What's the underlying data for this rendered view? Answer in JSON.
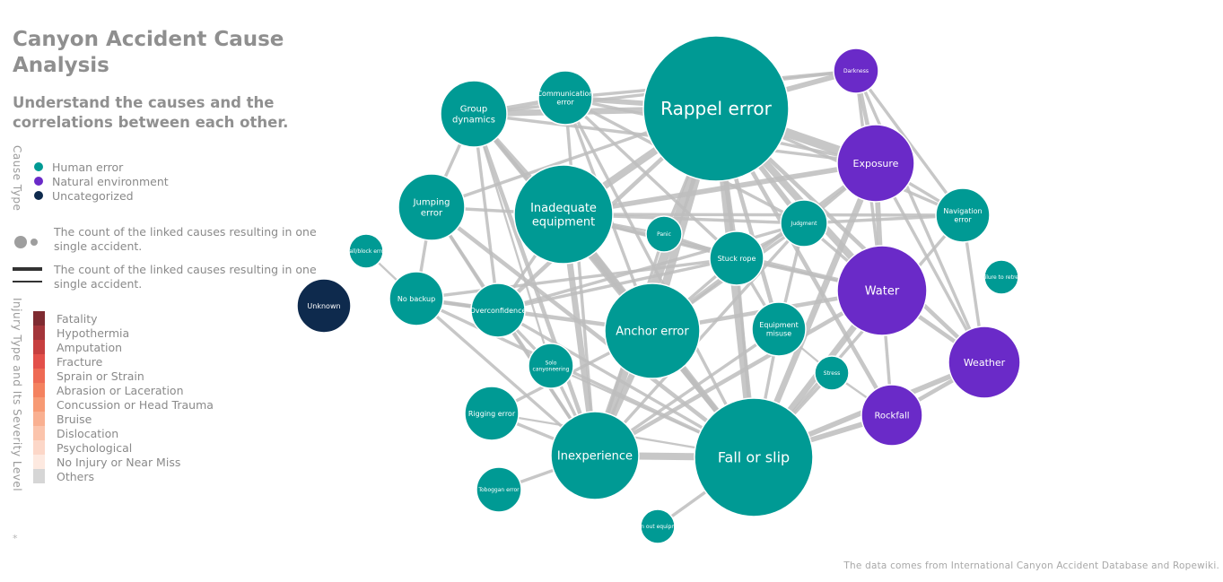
{
  "header": {
    "title": "Canyon Accident Cause Analysis",
    "subtitle": "Understand the causes and the correlations between each other."
  },
  "legend": {
    "cause_type_label": "Cause Type",
    "cause_types": [
      {
        "label": "Human error",
        "color": "#009a94"
      },
      {
        "label": "Natural environment",
        "color": "#6a2ac8"
      },
      {
        "label": "Uncategorized",
        "color": "#0e2a4d"
      }
    ],
    "size_note": "The count of the linked causes resulting in one single accident.",
    "width_note": "The count of the linked causes resulting in one single accident.",
    "severity_label": "Injury Type and Its Severity Level",
    "severity": [
      {
        "label": "Fatality",
        "color": "#7f2b31"
      },
      {
        "label": "Hypothermia",
        "color": "#a3353a"
      },
      {
        "label": "Amputation",
        "color": "#c73f3f"
      },
      {
        "label": "Fracture",
        "color": "#e3504a"
      },
      {
        "label": "Sprain or Strain",
        "color": "#ee6a54"
      },
      {
        "label": "Abrasion or Laceration",
        "color": "#f4825f"
      },
      {
        "label": "Concussion or Head Trauma",
        "color": "#f79a74"
      },
      {
        "label": "Bruise",
        "color": "#f9b091"
      },
      {
        "label": "Dislocation",
        "color": "#fbc4ac"
      },
      {
        "label": "Psychological",
        "color": "#fcd7c8"
      },
      {
        "label": "No Injury or Near Miss",
        "color": "#fde9e0"
      },
      {
        "label": "Others",
        "color": "#d6d6d6"
      }
    ]
  },
  "footer": {
    "asterisk": "*",
    "source": "The data comes from International Canyon Accident Database and Ropewiki."
  },
  "graph": {
    "link_color": "#bdbdbd",
    "nodes": [
      {
        "id": "rappel",
        "label": "Rappel error",
        "type": "Human error",
        "lines": [
          "Rappel error"
        ]
      },
      {
        "id": "fall",
        "label": "Fall or slip",
        "type": "Human error",
        "lines": [
          "Fall or slip"
        ]
      },
      {
        "id": "anchor",
        "label": "Anchor error",
        "type": "Human error",
        "lines": [
          "Anchor error"
        ]
      },
      {
        "id": "inadequate",
        "label": "Inadequate equipment",
        "type": "Human error",
        "lines": [
          "Inadequate",
          "equipment"
        ]
      },
      {
        "id": "inexperience",
        "label": "Inexperience",
        "type": "Human error",
        "lines": [
          "Inexperience"
        ]
      },
      {
        "id": "water",
        "label": "Water",
        "type": "Natural environment",
        "lines": [
          "Water"
        ]
      },
      {
        "id": "exposure",
        "label": "Exposure",
        "type": "Natural environment",
        "lines": [
          "Exposure"
        ]
      },
      {
        "id": "weather",
        "label": "Weather",
        "type": "Natural environment",
        "lines": [
          "Weather"
        ]
      },
      {
        "id": "rockfall",
        "label": "Rockfall",
        "type": "Natural environment",
        "lines": [
          "Rockfall"
        ]
      },
      {
        "id": "darkness",
        "label": "Darkness",
        "type": "Natural environment",
        "lines": [
          "Darkness"
        ]
      },
      {
        "id": "group",
        "label": "Group dynamics",
        "type": "Human error",
        "lines": [
          "Group",
          "dynamics"
        ]
      },
      {
        "id": "comm",
        "label": "Communication error",
        "type": "Human error",
        "lines": [
          "Communication",
          "error"
        ]
      },
      {
        "id": "jumping",
        "label": "Jumping error",
        "type": "Human error",
        "lines": [
          "Jumping",
          "error"
        ]
      },
      {
        "id": "navigation",
        "label": "Navigation error",
        "type": "Human error",
        "lines": [
          "Navigation",
          "error"
        ]
      },
      {
        "id": "judgment",
        "label": "Judgment",
        "type": "Human error",
        "lines": [
          "Judgment"
        ]
      },
      {
        "id": "stuck",
        "label": "Stuck rope",
        "type": "Human error",
        "lines": [
          "Stuck rope"
        ]
      },
      {
        "id": "panic",
        "label": "Panic",
        "type": "Human error",
        "lines": [
          "Panic"
        ]
      },
      {
        "id": "equipmisuse",
        "label": "Equipment misuse",
        "type": "Human error",
        "lines": [
          "Equipment",
          "misuse"
        ]
      },
      {
        "id": "overconf",
        "label": "Overconfidence",
        "type": "Human error",
        "lines": [
          "Overconfidence"
        ]
      },
      {
        "id": "nobackup",
        "label": "No backup",
        "type": "Human error",
        "lines": [
          "No backup"
        ]
      },
      {
        "id": "solo",
        "label": "Solo canyoneering",
        "type": "Human error",
        "lines": [
          "Solo",
          "canyoneering"
        ]
      },
      {
        "id": "rigging",
        "label": "Rigging error",
        "type": "Human error",
        "lines": [
          "Rigging error"
        ]
      },
      {
        "id": "toboggan",
        "label": "Toboggan error",
        "type": "Human error",
        "lines": [
          "Toboggan error"
        ]
      },
      {
        "id": "wornout",
        "label": "Worn out equipment",
        "type": "Human error",
        "lines": [
          "rn out equipm"
        ]
      },
      {
        "id": "stress",
        "label": "Stress",
        "type": "Human error",
        "lines": [
          "Stress"
        ]
      },
      {
        "id": "failretreat",
        "label": "Failure to retreat",
        "type": "Human error",
        "lines": [
          "Failure to retreat"
        ]
      },
      {
        "id": "ballblock",
        "label": "Ball/block error",
        "type": "Human error",
        "lines": [
          "Ball/block error"
        ]
      },
      {
        "id": "unknown",
        "label": "Unknown",
        "type": "Uncategorized",
        "lines": [
          "Unknown"
        ]
      }
    ],
    "links": [
      {
        "source": "rappel",
        "target": "exposure",
        "value": 9
      },
      {
        "source": "rappel",
        "target": "water",
        "value": 7
      },
      {
        "source": "rappel",
        "target": "inexperience",
        "value": 9
      },
      {
        "source": "rappel",
        "target": "fall",
        "value": 8
      },
      {
        "source": "rappel",
        "target": "anchor",
        "value": 8
      },
      {
        "source": "rappel",
        "target": "inadequate",
        "value": 7
      },
      {
        "source": "rappel",
        "target": "group",
        "value": 6
      },
      {
        "source": "rappel",
        "target": "comm",
        "value": 5
      },
      {
        "source": "rappel",
        "target": "darkness",
        "value": 5
      },
      {
        "source": "rappel",
        "target": "stuck",
        "value": 5
      },
      {
        "source": "rappel",
        "target": "judgment",
        "value": 5
      },
      {
        "source": "rappel",
        "target": "equipmisuse",
        "value": 4
      },
      {
        "source": "rappel",
        "target": "overconf",
        "value": 4
      },
      {
        "source": "rappel",
        "target": "weather",
        "value": 4
      },
      {
        "source": "rappel",
        "target": "rockfall",
        "value": 4
      },
      {
        "source": "rappel",
        "target": "jumping",
        "value": 3
      },
      {
        "source": "rappel",
        "target": "navigation",
        "value": 3
      },
      {
        "source": "rappel",
        "target": "panic",
        "value": 3
      },
      {
        "source": "fall",
        "target": "inexperience",
        "value": 7
      },
      {
        "source": "fall",
        "target": "water",
        "value": 6
      },
      {
        "source": "fall",
        "target": "exposure",
        "value": 6
      },
      {
        "source": "fall",
        "target": "rockfall",
        "value": 5
      },
      {
        "source": "fall",
        "target": "weather",
        "value": 5
      },
      {
        "source": "fall",
        "target": "anchor",
        "value": 5
      },
      {
        "source": "fall",
        "target": "inadequate",
        "value": 5
      },
      {
        "source": "fall",
        "target": "group",
        "value": 4
      },
      {
        "source": "fall",
        "target": "jumping",
        "value": 4
      },
      {
        "source": "fall",
        "target": "wornout",
        "value": 3
      },
      {
        "source": "fall",
        "target": "stress",
        "value": 3
      },
      {
        "source": "fall",
        "target": "equipmisuse",
        "value": 3
      },
      {
        "source": "fall",
        "target": "stuck",
        "value": 3
      },
      {
        "source": "fall",
        "target": "navigation",
        "value": 3
      },
      {
        "source": "fall",
        "target": "comm",
        "value": 3
      },
      {
        "source": "fall",
        "target": "overconf",
        "value": 3
      },
      {
        "source": "fall",
        "target": "nobackup",
        "value": 3
      },
      {
        "source": "anchor",
        "target": "inexperience",
        "value": 6
      },
      {
        "source": "anchor",
        "target": "inadequate",
        "value": 5
      },
      {
        "source": "anchor",
        "target": "water",
        "value": 4
      },
      {
        "source": "anchor",
        "target": "exposure",
        "value": 4
      },
      {
        "source": "anchor",
        "target": "nobackup",
        "value": 4
      },
      {
        "source": "anchor",
        "target": "stuck",
        "value": 3
      },
      {
        "source": "anchor",
        "target": "comm",
        "value": 3
      },
      {
        "source": "anchor",
        "target": "judgment",
        "value": 3
      },
      {
        "source": "anchor",
        "target": "rigging",
        "value": 3
      },
      {
        "source": "anchor",
        "target": "group",
        "value": 3
      },
      {
        "source": "inadequate",
        "target": "inexperience",
        "value": 6
      },
      {
        "source": "inadequate",
        "target": "exposure",
        "value": 5
      },
      {
        "source": "inadequate",
        "target": "water",
        "value": 4
      },
      {
        "source": "inadequate",
        "target": "group",
        "value": 4
      },
      {
        "source": "inadequate",
        "target": "judgment",
        "value": 3
      },
      {
        "source": "inadequate",
        "target": "overconf",
        "value": 3
      },
      {
        "source": "inadequate",
        "target": "jumping",
        "value": 3
      },
      {
        "source": "inadequate",
        "target": "stuck",
        "value": 3
      },
      {
        "source": "inadequate",
        "target": "navigation",
        "value": 3
      },
      {
        "source": "inexperience",
        "target": "water",
        "value": 4
      },
      {
        "source": "inexperience",
        "target": "group",
        "value": 4
      },
      {
        "source": "inexperience",
        "target": "overconf",
        "value": 3
      },
      {
        "source": "inexperience",
        "target": "solo",
        "value": 3
      },
      {
        "source": "inexperience",
        "target": "jumping",
        "value": 3
      },
      {
        "source": "inexperience",
        "target": "nobackup",
        "value": 3
      },
      {
        "source": "inexperience",
        "target": "judgment",
        "value": 3
      },
      {
        "source": "inexperience",
        "target": "comm",
        "value": 3
      },
      {
        "source": "inexperience",
        "target": "equipmisuse",
        "value": 3
      },
      {
        "source": "water",
        "target": "exposure",
        "value": 5
      },
      {
        "source": "water",
        "target": "weather",
        "value": 4
      },
      {
        "source": "water",
        "target": "darkness",
        "value": 3
      },
      {
        "source": "water",
        "target": "judgment",
        "value": 3
      },
      {
        "source": "water",
        "target": "stuck",
        "value": 3
      },
      {
        "source": "water",
        "target": "rockfall",
        "value": 3
      },
      {
        "source": "exposure",
        "target": "darkness",
        "value": 4
      },
      {
        "source": "exposure",
        "target": "navigation",
        "value": 3
      },
      {
        "source": "exposure",
        "target": "weather",
        "value": 3
      },
      {
        "source": "exposure",
        "target": "judgment",
        "value": 3
      },
      {
        "source": "exposure",
        "target": "group",
        "value": 3
      },
      {
        "source": "weather",
        "target": "rockfall",
        "value": 4
      },
      {
        "source": "weather",
        "target": "navigation",
        "value": 3
      },
      {
        "source": "weather",
        "target": "darkness",
        "value": 3
      },
      {
        "source": "group",
        "target": "comm",
        "value": 4
      },
      {
        "source": "group",
        "target": "overconf",
        "value": 3
      },
      {
        "source": "group",
        "target": "darkness",
        "value": 3
      },
      {
        "source": "group",
        "target": "jumping",
        "value": 3
      },
      {
        "source": "comm",
        "target": "darkness",
        "value": 3
      },
      {
        "source": "comm",
        "target": "judgment",
        "value": 3
      },
      {
        "source": "comm",
        "target": "stuck",
        "value": 3
      },
      {
        "source": "jumping",
        "target": "nobackup",
        "value": 3
      },
      {
        "source": "jumping",
        "target": "overconf",
        "value": 3
      },
      {
        "source": "nobackup",
        "target": "overconf",
        "value": 3
      },
      {
        "source": "nobackup",
        "target": "ballblock",
        "value": 2
      },
      {
        "source": "nobackup",
        "target": "stuck",
        "value": 3
      },
      {
        "source": "overconf",
        "target": "stuck",
        "value": 3
      },
      {
        "source": "overconf",
        "target": "solo",
        "value": 3
      },
      {
        "source": "overconf",
        "target": "judgment",
        "value": 3
      },
      {
        "source": "stuck",
        "target": "judgment",
        "value": 3
      },
      {
        "source": "stuck",
        "target": "panic",
        "value": 3
      },
      {
        "source": "stuck",
        "target": "equipmisuse",
        "value": 3
      },
      {
        "source": "equipmisuse",
        "target": "judgment",
        "value": 3
      },
      {
        "source": "equipmisuse",
        "target": "stress",
        "value": 2
      },
      {
        "source": "navigation",
        "target": "judgment",
        "value": 3
      },
      {
        "source": "navigation",
        "target": "darkness",
        "value": 3
      },
      {
        "source": "rockfall",
        "target": "stress",
        "value": 2
      },
      {
        "source": "inexperience",
        "target": "rigging",
        "value": 3
      },
      {
        "source": "inexperience",
        "target": "toboggan",
        "value": 3
      },
      {
        "source": "fall",
        "target": "rigging",
        "value": 2
      },
      {
        "source": "panic",
        "target": "inexperience",
        "value": 3
      },
      {
        "source": "panic",
        "target": "inadequate",
        "value": 2
      },
      {
        "source": "solo",
        "target": "fall",
        "value": 2
      },
      {
        "source": "solo",
        "target": "group",
        "value": 2
      },
      {
        "source": "comm",
        "target": "exposure",
        "value": 3
      }
    ]
  }
}
